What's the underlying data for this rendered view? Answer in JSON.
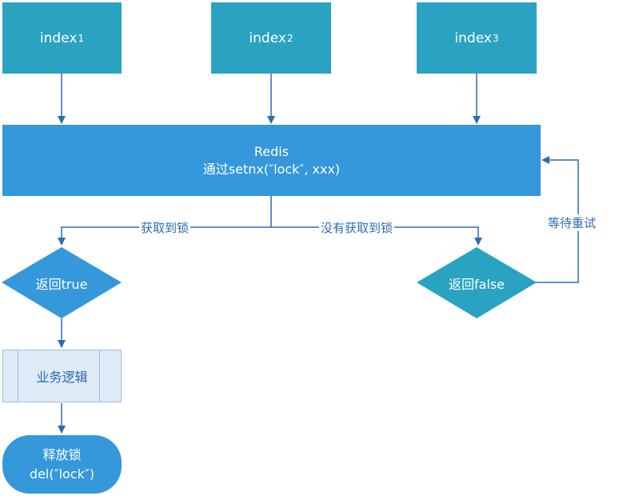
{
  "nodes": {
    "index1": {
      "label": "index",
      "sub": "1"
    },
    "index2": {
      "label": "index",
      "sub": "2"
    },
    "index3": {
      "label": "index",
      "sub": "3"
    },
    "redis": {
      "line1": "Redis",
      "line2": "通过setnx(″lock″,  xxx)"
    },
    "return_true": "返回true",
    "return_false": "返回false",
    "business_logic": "业务逻辑",
    "release": {
      "line1": "释放锁",
      "line2": "del(″lock″)"
    }
  },
  "edges": {
    "got_lock": "获取到锁",
    "no_lock": "没有获取到锁",
    "wait_retry": "等待重试"
  },
  "colors": {
    "index_fill": "#2aa3c2",
    "redis_fill": "#3498db",
    "diamond_fill": "#3498db",
    "diamond_false_fill": "#2aa3c2",
    "logic_fill": "#deeaf6",
    "arrow": "#2d6bb0"
  }
}
